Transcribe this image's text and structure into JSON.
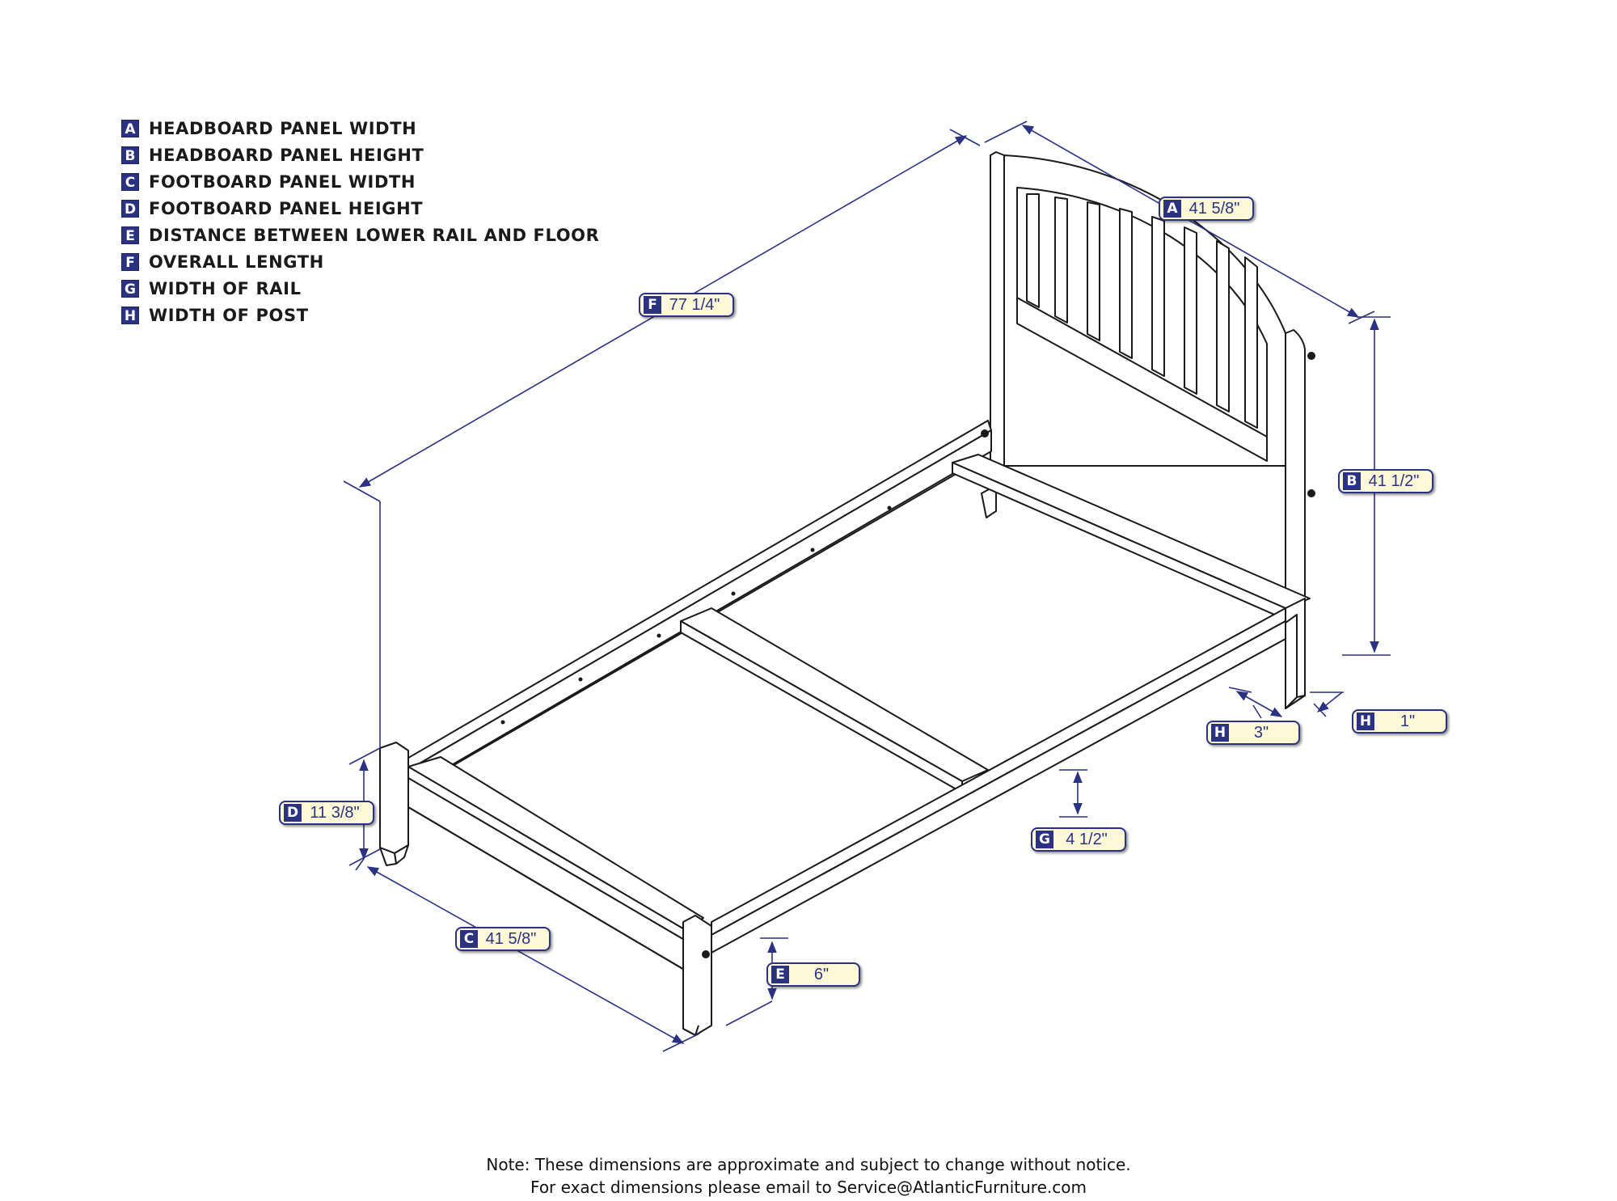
{
  "legend": [
    {
      "letter": "A",
      "text": "HEADBOARD PANEL WIDTH"
    },
    {
      "letter": "B",
      "text": "HEADBOARD PANEL HEIGHT"
    },
    {
      "letter": "C",
      "text": "FOOTBOARD PANEL WIDTH"
    },
    {
      "letter": "D",
      "text": "FOOTBOARD PANEL HEIGHT"
    },
    {
      "letter": "E",
      "text": "DISTANCE BETWEEN LOWER RAIL AND FLOOR"
    },
    {
      "letter": "F",
      "text": "OVERALL LENGTH"
    },
    {
      "letter": "G",
      "text": "WIDTH OF RAIL"
    },
    {
      "letter": "H",
      "text": "WIDTH OF POST"
    }
  ],
  "dimensions": {
    "A": {
      "letter": "A",
      "value": "41 5/8\""
    },
    "B": {
      "letter": "B",
      "value": "41 1/2\""
    },
    "C": {
      "letter": "C",
      "value": "41 5/8\""
    },
    "D": {
      "letter": "D",
      "value": "11 3/8\""
    },
    "E": {
      "letter": "E",
      "value": "6\""
    },
    "F": {
      "letter": "F",
      "value": "77 1/4\""
    },
    "G": {
      "letter": "G",
      "value": "4 1/2\""
    },
    "H1": {
      "letter": "H",
      "value": "3\""
    },
    "H2": {
      "letter": "H",
      "value": "1\""
    }
  },
  "note": {
    "line1": "Note:  These dimensions are approximate and subject to change without notice.",
    "line2": "For exact dimensions please email to Service@AtlanticFurniture.com"
  },
  "colors": {
    "accent": "#2b3282",
    "badge_bg": "#fdf9d8",
    "line": "#1a1a1a"
  }
}
